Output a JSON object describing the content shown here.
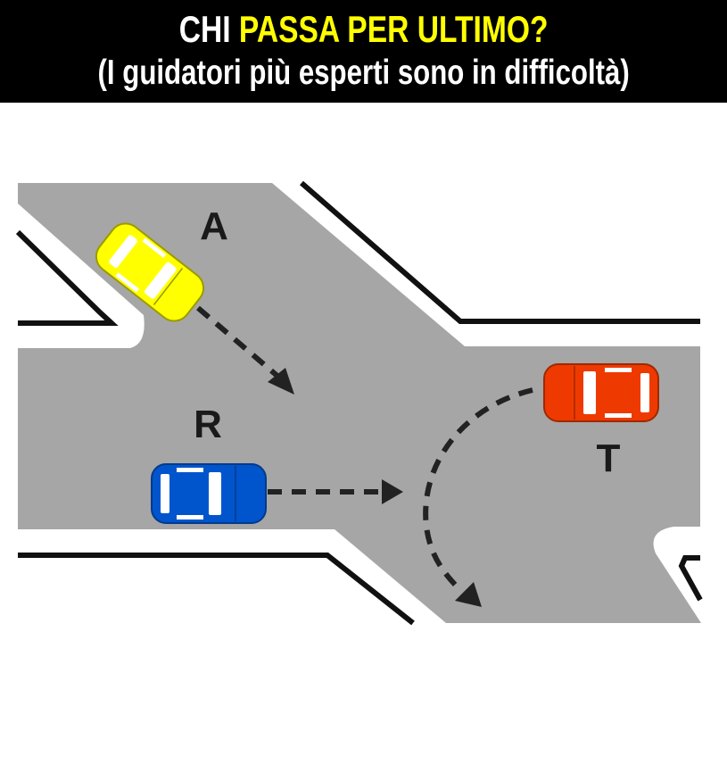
{
  "header": {
    "title_part1": "CHI ",
    "title_part2": "PASSA PER ULTIMO?",
    "subtitle": "(I guidatori più esperti sono in difficoltà)"
  },
  "diagram": {
    "labels": {
      "car_yellow": "A",
      "car_blue": "R",
      "car_red": "T"
    },
    "colors": {
      "road": "#a6a6a6",
      "yellow_car": "#ffff00",
      "blue_car": "#0055cc",
      "red_car": "#ee3a00",
      "title_accent": "#ffff00"
    }
  }
}
